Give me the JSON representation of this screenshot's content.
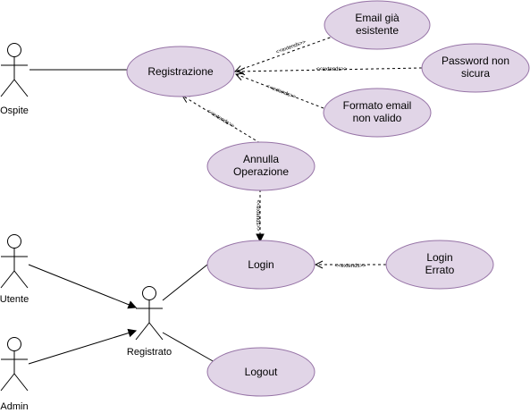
{
  "actors": {
    "ospite": "Ospite",
    "utente": "Utente",
    "admin": "Admin",
    "registrato": "Registrato"
  },
  "use_cases": {
    "registrazione": [
      "Registrazione"
    ],
    "email_esistente": [
      "Email già",
      "esistente"
    ],
    "password_non_sicura": [
      "Password non",
      "sicura"
    ],
    "formato_email": [
      "Formato email",
      "non valido"
    ],
    "annulla": [
      "Annulla",
      "Operazione"
    ],
    "login": [
      "Login"
    ],
    "login_errato": [
      "Login",
      "Errato"
    ],
    "logout": [
      "Logout"
    ]
  },
  "relations": {
    "extends_label": "<<extends>>"
  }
}
